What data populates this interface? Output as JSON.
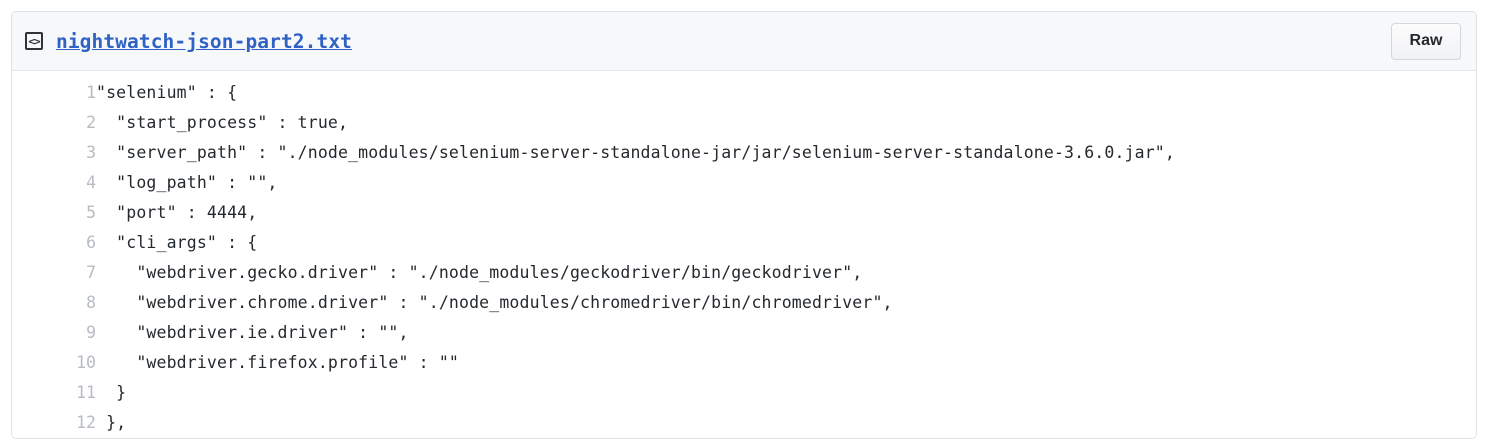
{
  "blob": {
    "header": {
      "icon": "code-file-icon",
      "icon_glyph": "<>",
      "filename": "nightwatch-json-part2.txt",
      "raw_label": "Raw"
    },
    "colors": {
      "link": "#2f62c4",
      "header_bg": "#f7f8fa",
      "border": "#dfe2e5",
      "line_number": "#b6bcc2",
      "code_text": "#24292e"
    },
    "code_lines": [
      {
        "n": "1",
        "text": "\"selenium\" : {"
      },
      {
        "n": "2",
        "text": "  \"start_process\" : true,"
      },
      {
        "n": "3",
        "text": "  \"server_path\" : \"./node_modules/selenium-server-standalone-jar/jar/selenium-server-standalone-3.6.0.jar\","
      },
      {
        "n": "4",
        "text": "  \"log_path\" : \"\","
      },
      {
        "n": "5",
        "text": "  \"port\" : 4444,"
      },
      {
        "n": "6",
        "text": "  \"cli_args\" : {"
      },
      {
        "n": "7",
        "text": "    \"webdriver.gecko.driver\" : \"./node_modules/geckodriver/bin/geckodriver\","
      },
      {
        "n": "8",
        "text": "    \"webdriver.chrome.driver\" : \"./node_modules/chromedriver/bin/chromedriver\","
      },
      {
        "n": "9",
        "text": "    \"webdriver.ie.driver\" : \"\","
      },
      {
        "n": "10",
        "text": "    \"webdriver.firefox.profile\" : \"\""
      },
      {
        "n": "11",
        "text": "  }"
      },
      {
        "n": "12",
        "text": " },"
      }
    ]
  }
}
